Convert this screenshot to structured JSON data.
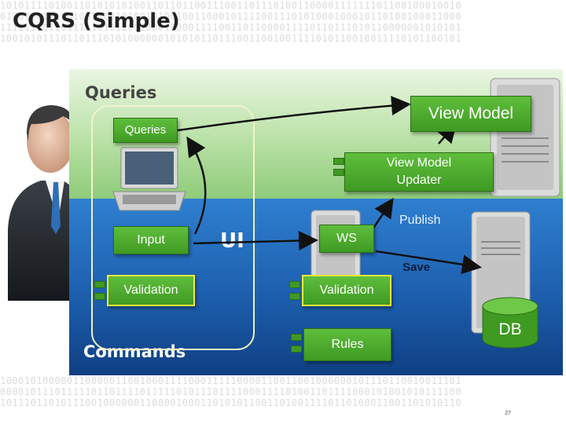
{
  "slide": {
    "title": "CQRS (Simple)",
    "page_number": "27",
    "binary_top": [
      "1010111101001101010101001101101100111001101110100110000111111101100100010010",
      "0100100111101001000101001010010011000101111001110101000100010110100100011000",
      "1111111011011111010110010001000011110011011000011110110111010110000001010101",
      "1001010111011011101010000001010101101110011001001111010110010011110101100101"
    ],
    "binary_bottom": [
      "1000101000001100000110010001111000111110000110011001000000101110110010011101",
      "0000101110111110110111101111101011101111000111101001101111000101001010111100",
      "1011101101011100100000011000010001101010110011010011110110100011001101010110"
    ]
  },
  "diagram": {
    "zones": {
      "queries_title": "Queries",
      "commands_title": "Commands",
      "ui_label": "UI"
    },
    "components": {
      "view_model": "View Model",
      "queries": "Queries",
      "view_model_updater_line1": "View Model",
      "view_model_updater_line2": "Updater",
      "input": "Input",
      "ws": "WS",
      "validation_client": "Validation",
      "validation_server": "Validation",
      "rules": "Rules",
      "db": "DB"
    },
    "edge_labels": {
      "publish": "Publish",
      "save": "Save"
    }
  },
  "colors": {
    "queries_zone": "#b9e1a6",
    "commands_zone": "#1d5fae",
    "component_green": "#4cae2c",
    "validation_frame": "#f5e63a",
    "db_cylinder": "#4cae2c"
  }
}
